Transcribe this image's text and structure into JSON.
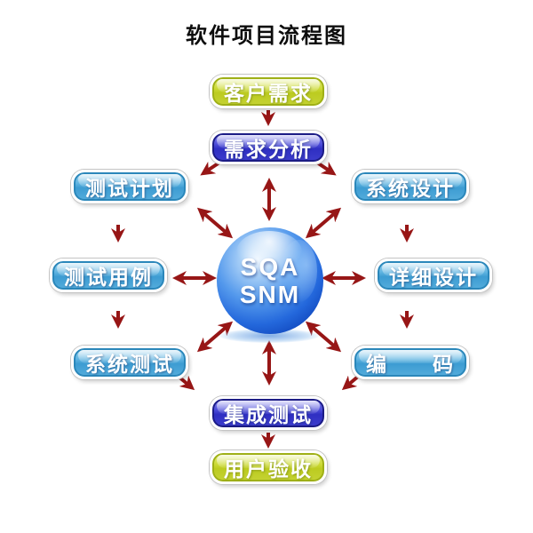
{
  "title": "软件项目流程图",
  "center_sphere": {
    "line1": "SQA",
    "line2": "SNM"
  },
  "colors": {
    "arrow": "#971616",
    "sky_node": "#45a5d5",
    "blue_node": "#3d3dcd",
    "green_node": "#c6d62f",
    "label_text": "#ffffff"
  },
  "nodes": [
    {
      "id": "customer-requirements",
      "label": "客户需求",
      "style": "green"
    },
    {
      "id": "requirements-analysis",
      "label": "需求分析",
      "style": "blue"
    },
    {
      "id": "test-plan",
      "label": "测试计划",
      "style": "sky"
    },
    {
      "id": "system-design",
      "label": "系统设计",
      "style": "sky"
    },
    {
      "id": "test-cases",
      "label": "测试用例",
      "style": "sky"
    },
    {
      "id": "detailed-design",
      "label": "详细设计",
      "style": "sky"
    },
    {
      "id": "system-testing",
      "label": "系统测试",
      "style": "sky"
    },
    {
      "id": "coding",
      "label": "编　　码",
      "style": "sky"
    },
    {
      "id": "integration-testing",
      "label": "集成测试",
      "style": "blue"
    },
    {
      "id": "user-acceptance",
      "label": "用户验收",
      "style": "green"
    }
  ],
  "edges": {
    "flow_single": [
      [
        "customer-requirements",
        "requirements-analysis"
      ],
      [
        "requirements-analysis",
        "test-plan"
      ],
      [
        "requirements-analysis",
        "system-design"
      ],
      [
        "test-plan",
        "test-cases"
      ],
      [
        "system-design",
        "detailed-design"
      ],
      [
        "test-cases",
        "system-testing"
      ],
      [
        "detailed-design",
        "coding"
      ],
      [
        "system-testing",
        "integration-testing"
      ],
      [
        "coding",
        "integration-testing"
      ],
      [
        "integration-testing",
        "user-acceptance"
      ]
    ],
    "center_double": [
      "requirements-analysis",
      "test-plan",
      "system-design",
      "test-cases",
      "detailed-design",
      "system-testing",
      "coding",
      "integration-testing"
    ]
  }
}
